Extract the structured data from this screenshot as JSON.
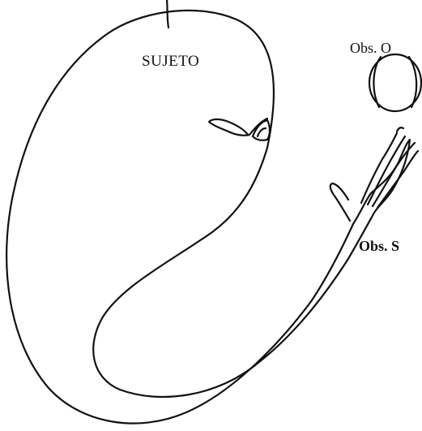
{
  "labels": {
    "subject": "SUJETO",
    "object_observation": "Obs. O",
    "subject_observation": "Obs. S"
  },
  "colors": {
    "ink": "#111111",
    "background": "#ffffff"
  },
  "icons": {
    "eye": "eye-icon",
    "ball": "ball-icon",
    "hand": "hand-icon"
  }
}
